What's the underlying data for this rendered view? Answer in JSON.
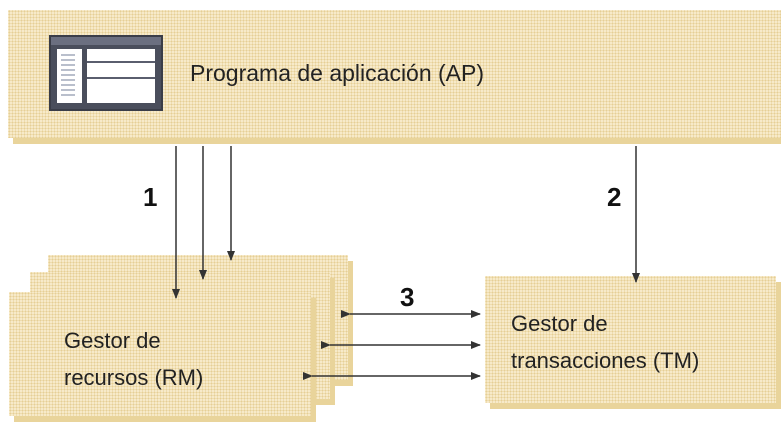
{
  "diagram": {
    "ap_label": "Programa de aplicación (AP)",
    "rm_label_line1": "Gestor de",
    "rm_label_line2": "recursos (RM)",
    "tm_label_line1": "Gestor de",
    "tm_label_line2": "transacciones (TM)",
    "step1": "1",
    "step2": "2",
    "step3": "3"
  },
  "colors": {
    "box_fill": "#f7eac9",
    "box_dots": "#e6cf95",
    "arrow": "#333333"
  },
  "icons": [
    "application-window-icon"
  ]
}
